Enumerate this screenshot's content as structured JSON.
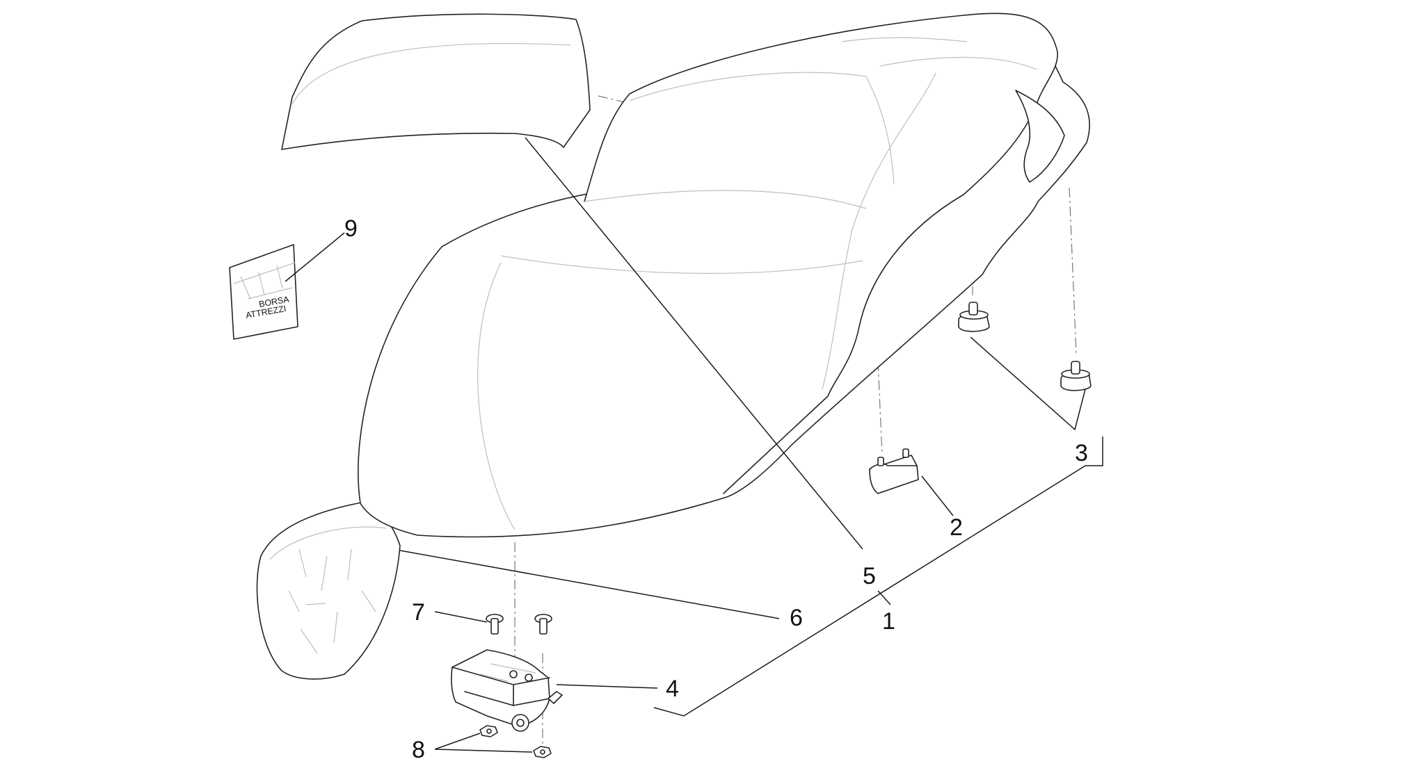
{
  "diagram": {
    "callouts": [
      {
        "label": "1",
        "part": "seat-assembly"
      },
      {
        "label": "2",
        "part": "seat-buffer"
      },
      {
        "label": "3",
        "part": "rubber-buffers"
      },
      {
        "label": "4",
        "part": "seat-hinge"
      },
      {
        "label": "5",
        "part": "backrest-pad"
      },
      {
        "label": "6",
        "part": "front-cover"
      },
      {
        "label": "7",
        "part": "hinge-screws"
      },
      {
        "label": "8",
        "part": "hinge-nuts"
      },
      {
        "label": "9",
        "part": "tool-bag"
      }
    ],
    "tool_bag": {
      "line1": "BORSA",
      "line2": "ATTREZZI"
    }
  }
}
